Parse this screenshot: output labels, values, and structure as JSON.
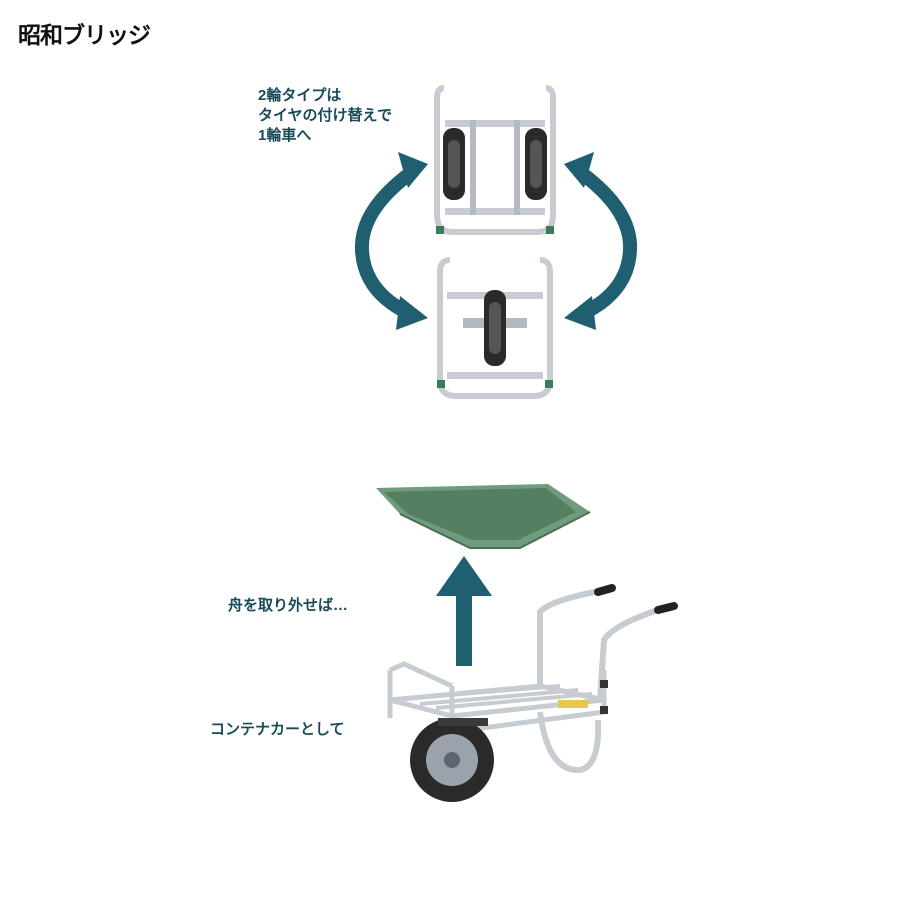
{
  "logo": {
    "text": "昭和ブリッジ"
  },
  "captions": {
    "two_wheel_lines": [
      "2輪タイプは",
      "タイヤの付け替えで",
      "1輪車へ"
    ],
    "remove_tray": "舟を取り外せば…",
    "container_cart": "コンテナカーとして"
  },
  "colors": {
    "arrow": "#1f5f6f",
    "text": "#1a4a5a",
    "frame": "#c6ccd2",
    "frame_dark": "#8a949c",
    "tire": "#2a2a2a",
    "tray": "#6f9c7c",
    "tray_dark": "#557e62"
  },
  "icons": {
    "swap_arrows": "curved-double-arrow-icon",
    "lift_arrow": "up-arrow-icon"
  }
}
